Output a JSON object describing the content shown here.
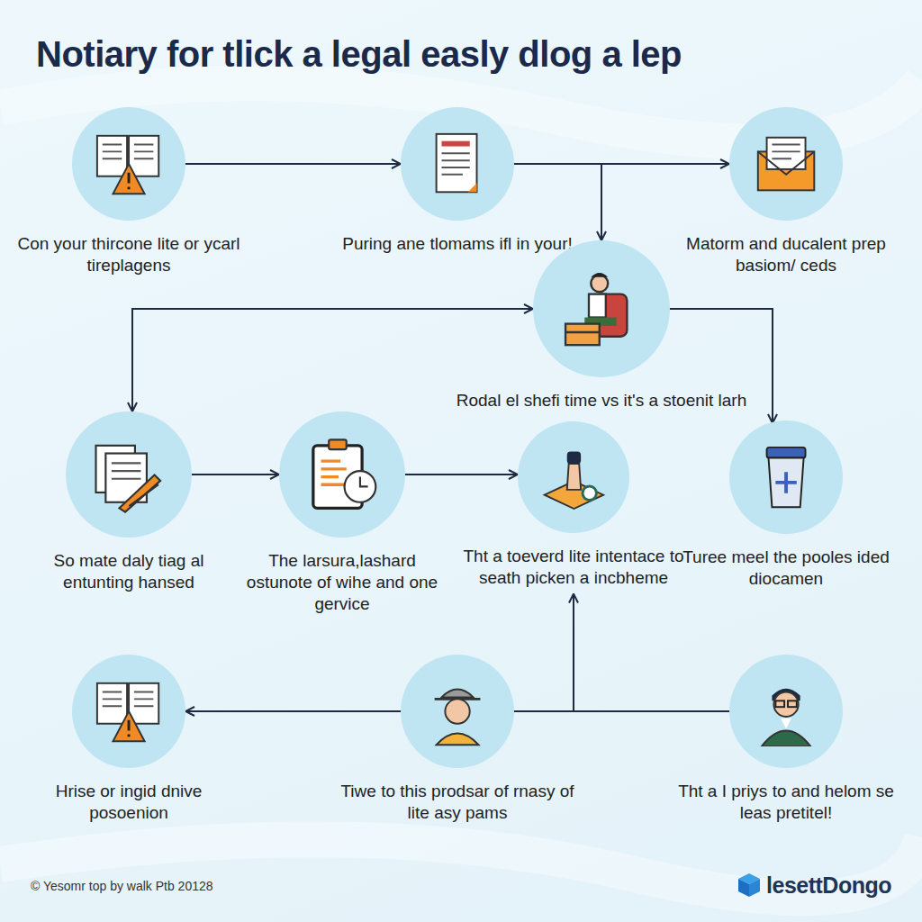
{
  "diagram": {
    "title": "Notiary for tlick a legal easly dlog a lep",
    "nodes": [
      {
        "text": [
          "Con your thircone lite or ycarl tireplagens"
        ]
      },
      {
        "text": [
          "Puring ane tlomams ifl in your!"
        ]
      },
      {
        "text": [
          "Matorm and ducalent prep basiom/ ceds"
        ]
      },
      {
        "text": [
          "Rodal el shefi time vs it's a stoenit larh"
        ]
      },
      {
        "text": [
          "So mate daly tiag al entunting hansed"
        ]
      },
      {
        "text": [
          "The larsura,lashard ostunote of wihe and one gervice"
        ]
      },
      {
        "text": [
          "Tht a toeverd lite intentace to seath picken a incbheme"
        ]
      },
      {
        "text": [
          "Turee meel the pooles ided diocamen"
        ]
      },
      {
        "text": [
          "Hrise or ingid dnive posoenion"
        ]
      },
      {
        "text": [
          "Tiwe to this prodsar of rnasy of lite asy pams"
        ]
      },
      {
        "text": [
          "Tht a I priys to and helom se leas pretitel!"
        ]
      }
    ],
    "edges": [
      {
        "from": 0,
        "to": 1,
        "arrow": "to"
      },
      {
        "from": 1,
        "to": 2,
        "arrow": "to"
      },
      {
        "from": 1,
        "to": 3,
        "arrow": "to"
      },
      {
        "from": 3,
        "to": 4,
        "arrow": "both"
      },
      {
        "from": 3,
        "to": 7,
        "arrow": "to"
      },
      {
        "from": 4,
        "to": 5,
        "arrow": "to"
      },
      {
        "from": 5,
        "to": 6,
        "arrow": "to"
      },
      {
        "from": 10,
        "to": 8,
        "arrow": "to"
      },
      {
        "from": 10,
        "to": 6,
        "arrow": "to"
      }
    ],
    "labels": [
      "© Yesomr top by walk Ptb 20128",
      "lesettDongo"
    ]
  }
}
